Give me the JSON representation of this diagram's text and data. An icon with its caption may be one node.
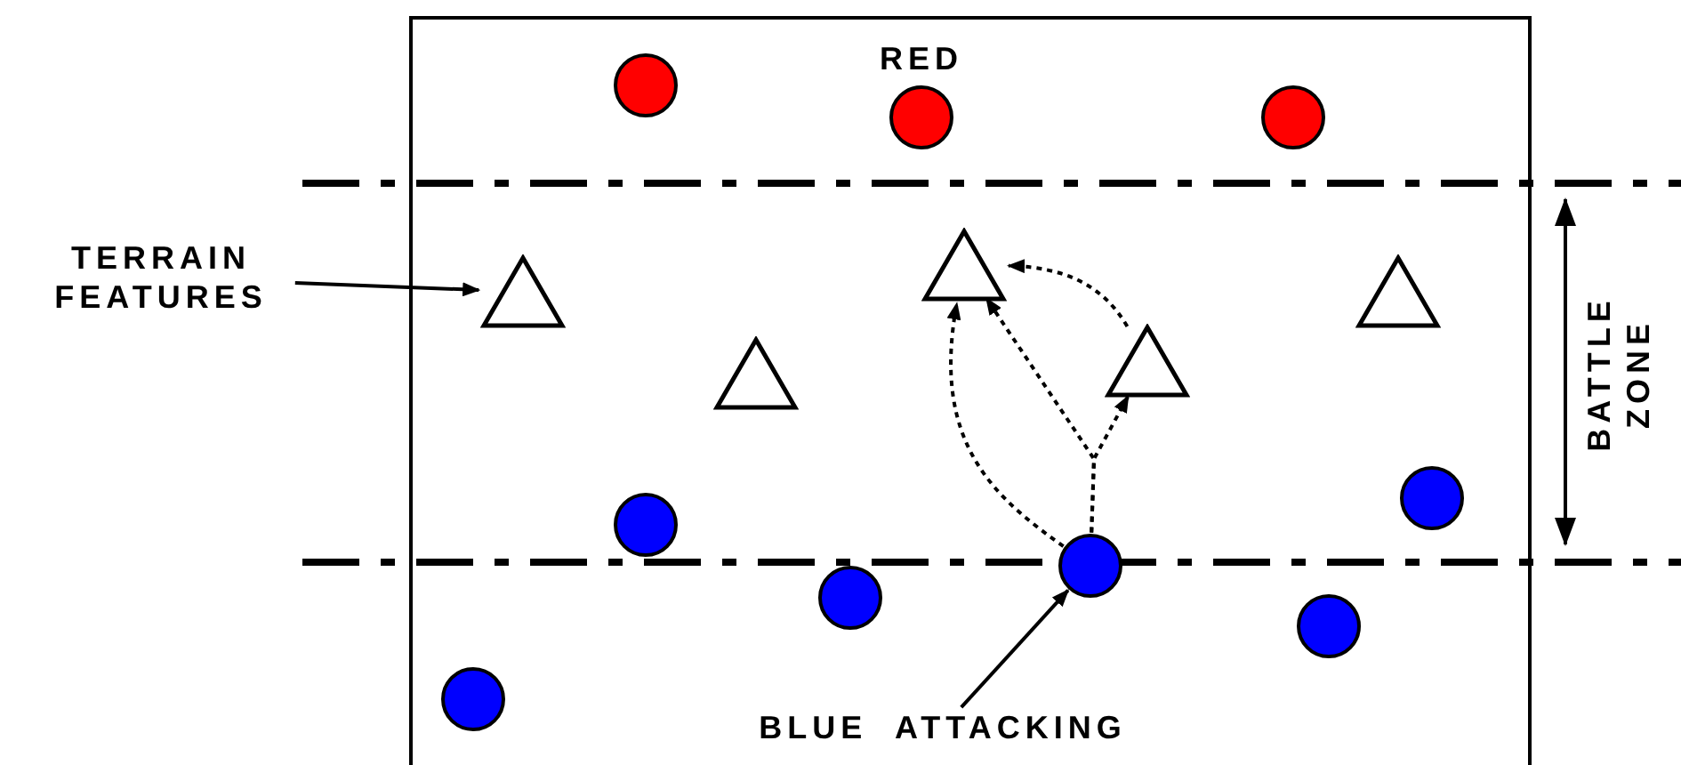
{
  "diagram": {
    "nodes": [
      {
        "text": [
          "TERRAIN FEATURES"
        ]
      },
      {
        "text": [],
        "shape": "circle"
      },
      {
        "text": [],
        "shape": "circle"
      },
      {
        "text": [],
        "shape": "circle"
      },
      {
        "text": [],
        "shape": "triangle"
      },
      {
        "text": [],
        "shape": "triangle"
      },
      {
        "text": [],
        "shape": "triangle"
      },
      {
        "text": [],
        "shape": "triangle"
      },
      {
        "text": [],
        "shape": "triangle"
      },
      {
        "text": [],
        "shape": "circle"
      },
      {
        "text": [],
        "shape": "circle"
      },
      {
        "text": [],
        "shape": "circle"
      },
      {
        "text": [],
        "shape": "circle"
      },
      {
        "text": [],
        "shape": "circle"
      },
      {
        "text": [],
        "shape": "circle"
      },
      {
        "text": [
          "BLUE  ATTACKING"
        ]
      }
    ],
    "edges": [
      {
        "from": 0,
        "to": 4,
        "arrow": "to"
      },
      {
        "from": 12,
        "to": 5,
        "arrow": "to",
        "style": "dashed"
      },
      {
        "from": 12,
        "to": 5,
        "arrow": "to",
        "style": "dashed"
      },
      {
        "from": 12,
        "to": 8,
        "arrow": "to",
        "style": "dashed"
      },
      {
        "from": 8,
        "to": 5,
        "arrow": "to",
        "style": "dashed"
      },
      {
        "from": 15,
        "to": 12,
        "arrow": "to"
      }
    ],
    "labels": [
      "RED",
      "BATTLE ZONE"
    ]
  }
}
